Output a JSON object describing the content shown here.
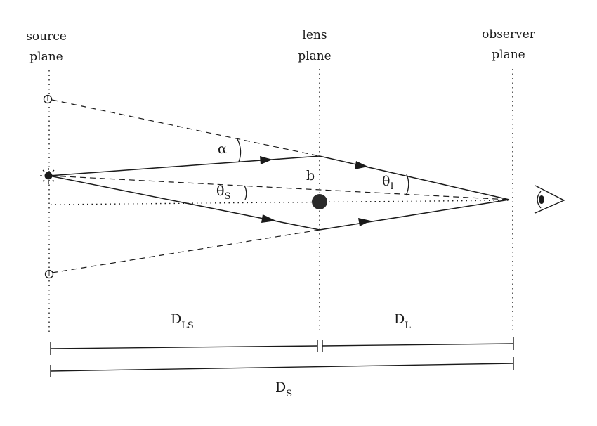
{
  "planes": {
    "source": {
      "line1": "source",
      "line2": "plane"
    },
    "lens": {
      "line1": "lens",
      "line2": "plane"
    },
    "observer": {
      "line1": "observer",
      "line2": "plane"
    }
  },
  "symbols": {
    "alpha": "α",
    "b": "b",
    "theta_i": {
      "main": "θ",
      "sub": "I"
    },
    "theta_s": {
      "main": "θ",
      "sub": "S"
    },
    "d_ls": {
      "main": "D",
      "sub": "LS"
    },
    "d_l": {
      "main": "D",
      "sub": "L"
    },
    "d_s": {
      "main": "D",
      "sub": "S"
    }
  },
  "colors": {
    "ink": "#1a1a1a"
  },
  "icons": {
    "observer": "eye-icon",
    "source": "star-icon",
    "lens": "lens-mass-icon"
  }
}
